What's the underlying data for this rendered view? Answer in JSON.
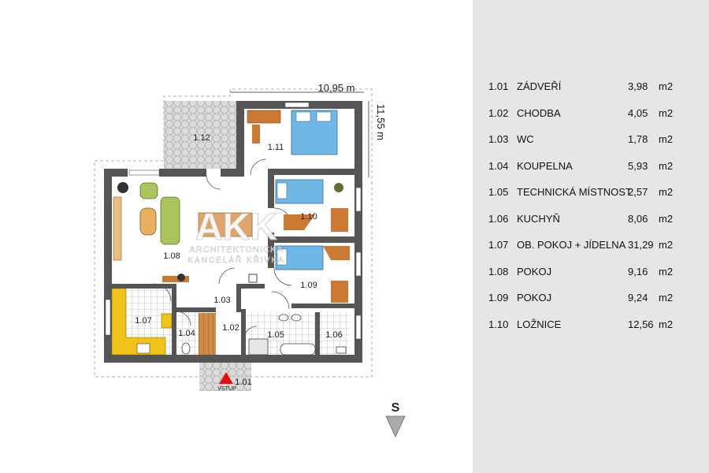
{
  "plan": {
    "dimension_width": "10,95 m",
    "dimension_depth": "11,55 m",
    "watermark_logo": "AKK",
    "watermark_line1": "ARCHITEKTONICKÁ",
    "watermark_line2": "KANCELÁŘ KŘIVKA",
    "entrance_label": "VSTUP",
    "compass_label": "S",
    "room_labels": {
      "r101": "1.01",
      "r102": "1.02",
      "r103": "1.03",
      "r104": "1.04",
      "r105": "1.05",
      "r106": "1.06",
      "r107": "1.07",
      "r108": "1.08",
      "r109": "1.09",
      "r110": "1.10",
      "r111": "1.11",
      "r112": "1.12"
    },
    "colors": {
      "wall": "#555555",
      "bed": "#6fb7e6",
      "furniture_wood": "#cc7a33",
      "sofa": "#a9c45a",
      "kitchen_counter": "#f0c21a",
      "terrace": "#d9d9d9",
      "entrance_marker": "#e01010",
      "legend_bg": "#e6e6e6"
    }
  },
  "legend": {
    "rows": [
      {
        "num": "1.01",
        "name": "ZÁDVEŘÍ",
        "area": "3,98",
        "unit": "m2"
      },
      {
        "num": "1.02",
        "name": "CHODBA",
        "area": "4,05",
        "unit": "m2"
      },
      {
        "num": "1.03",
        "name": "WC",
        "area": "1,78",
        "unit": "m2"
      },
      {
        "num": "1.04",
        "name": "KOUPELNA",
        "area": "5,93",
        "unit": "m2"
      },
      {
        "num": "1.05",
        "name": "TECHNICKÁ MÍSTNOST",
        "area": "2,57",
        "unit": "m2"
      },
      {
        "num": "1.06",
        "name": "KUCHYŇ",
        "area": "8,06",
        "unit": "m2"
      },
      {
        "num": "1.07",
        "name": "OB. POKOJ + JÍDELNA",
        "area": "31,29",
        "unit": "m2"
      },
      {
        "num": "1.08",
        "name": "POKOJ",
        "area": "9,16",
        "unit": "m2"
      },
      {
        "num": "1.09",
        "name": "POKOJ",
        "area": "9,24",
        "unit": "m2"
      },
      {
        "num": "1.10",
        "name": "LOŽNICE",
        "area": "12,56",
        "unit": "m2"
      }
    ]
  }
}
